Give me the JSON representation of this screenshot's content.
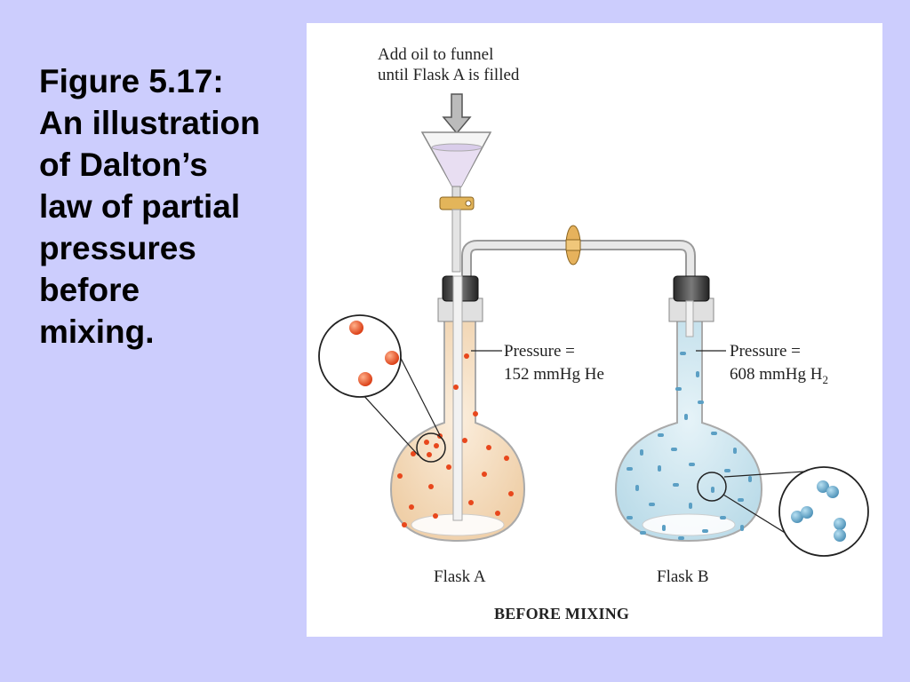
{
  "caption": {
    "lines": [
      "Figure 5.17:",
      "An illustration",
      "of Dalton’s",
      "law of partial",
      "pressures",
      "before",
      "mixing."
    ]
  },
  "figure": {
    "funnel_note": [
      "Add oil to funnel",
      "until Flask A is filled"
    ],
    "flask_a": {
      "pressure_line1": "Pressure =",
      "pressure_line2": "152 mmHg He",
      "label": "Flask A"
    },
    "flask_b": {
      "pressure_line1": "Pressure =",
      "pressure_line2": "608 mmHg H",
      "pressure_sub": "2",
      "label": "Flask B"
    },
    "footer": "BEFORE MIXING"
  },
  "colors": {
    "background": "#cccdfd",
    "helium_atom": "#e8471c",
    "hydrogen_molecule": "#5b9fc4",
    "flask_a_fill": "#f4dcc0",
    "flask_b_fill": "#cfe6f0",
    "tube": "#bdbdbd",
    "stopcock": "#d9a441"
  }
}
